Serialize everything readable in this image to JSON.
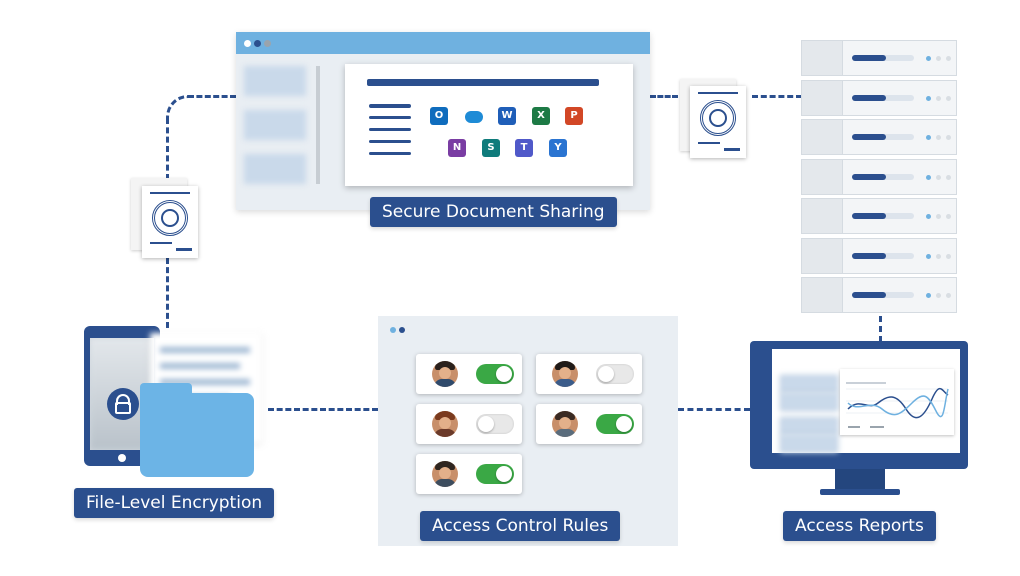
{
  "labels": {
    "secure_sharing": "Secure Document Sharing",
    "encryption": "File-Level Encryption",
    "access_rules": "Access Control Rules",
    "access_reports": "Access Reports"
  },
  "apps": [
    {
      "icon": "outlook-icon",
      "letter": "O",
      "color": "#0f6cbd"
    },
    {
      "icon": "onedrive-icon",
      "letter": "",
      "color": "#1e8bd6"
    },
    {
      "icon": "word-icon",
      "letter": "W",
      "color": "#1f5eb8"
    },
    {
      "icon": "excel-icon",
      "letter": "X",
      "color": "#1d7a45"
    },
    {
      "icon": "powerpoint-icon",
      "letter": "P",
      "color": "#d24726"
    },
    {
      "icon": "onenote-icon",
      "letter": "N",
      "color": "#7a3da3"
    },
    {
      "icon": "sharepoint-icon",
      "letter": "S",
      "color": "#0f7b7b"
    },
    {
      "icon": "teams-icon",
      "letter": "T",
      "color": "#5059c9"
    },
    {
      "icon": "yammer-icon",
      "letter": "Y",
      "color": "#2a74d1"
    }
  ],
  "access_toggles": [
    {
      "user": "user-1",
      "enabled": true
    },
    {
      "user": "user-2",
      "enabled": false
    },
    {
      "user": "user-3",
      "enabled": false
    },
    {
      "user": "user-4",
      "enabled": true
    },
    {
      "user": "user-5",
      "enabled": true
    }
  ],
  "colors": {
    "brand_navy": "#2b4f8e",
    "accent_blue": "#6fb1e0",
    "toggle_on": "#3aa845",
    "toggle_off": "#e8e8e8"
  }
}
